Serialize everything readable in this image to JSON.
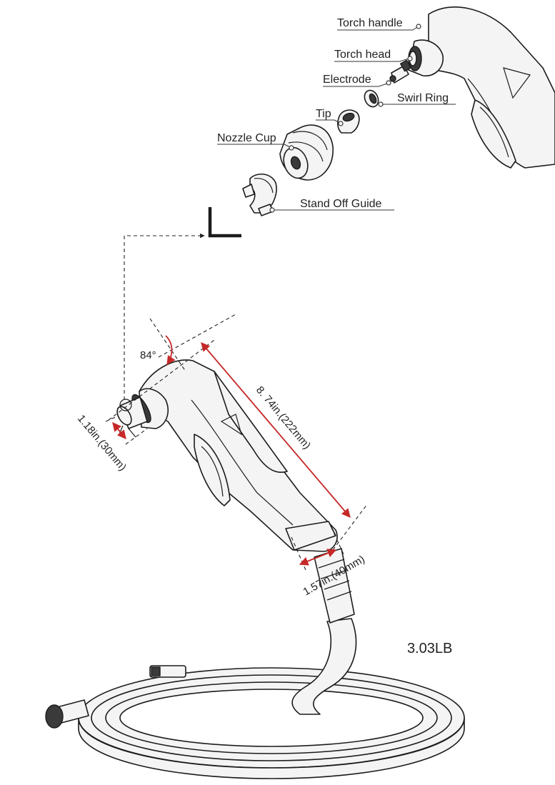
{
  "parts": {
    "torch_handle": "Torch handle",
    "torch_head": "Torch head",
    "electrode": "Electrode",
    "swirl_ring": "Swirl Ring",
    "tip": "Tip",
    "nozzle_cup": "Nozzle Cup",
    "stand_off_guide": "Stand Off Guide"
  },
  "dimensions": {
    "angle": "84°",
    "length": "8. 74in.(222mm)",
    "tip_length": "1.18in.(30mm)",
    "grip_width": "1.57in.(40mm)"
  },
  "weight": "3.03LB",
  "colors": {
    "dimension_line": "#c62828",
    "outline": "#1c1c1c",
    "part_fill": "#f4f4f4"
  }
}
